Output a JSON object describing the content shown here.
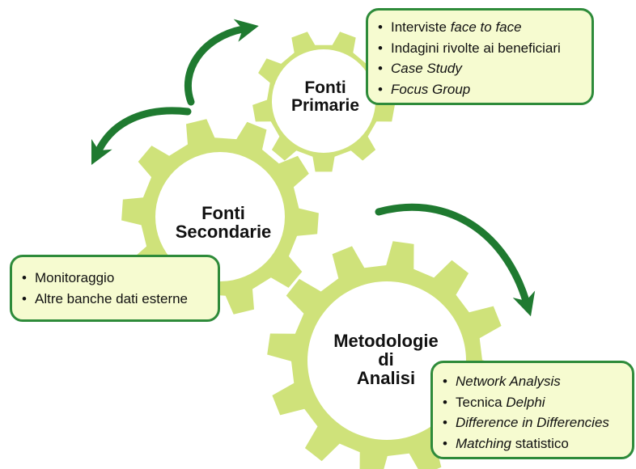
{
  "colors": {
    "gear": "#cfe27a",
    "gear_center": "#ffffff",
    "arrow": "#1f7a30",
    "box_border": "#2e8b3a",
    "box_fill": "#f6fbd0"
  },
  "gears": [
    {
      "id": "primarie",
      "lines": [
        "Fonti",
        "Primarie"
      ]
    },
    {
      "id": "secondarie",
      "lines": [
        "Fonti",
        "Secondarie"
      ]
    },
    {
      "id": "metodologie",
      "lines": [
        "Metodologie",
        "di",
        "Analisi"
      ]
    }
  ],
  "boxes": {
    "primarie": [
      [
        {
          "t": "Interviste "
        },
        {
          "t": "face to face",
          "i": true
        }
      ],
      [
        {
          "t": "Indagini rivolte ai beneficiari"
        }
      ],
      [
        {
          "t": "Case Study",
          "i": true
        }
      ],
      [
        {
          "t": "Focus Group",
          "i": true
        }
      ]
    ],
    "secondarie": [
      [
        {
          "t": "Monitoraggio"
        }
      ],
      [
        {
          "t": "Altre banche dati esterne"
        }
      ]
    ],
    "metodologie": [
      [
        {
          "t": "Network Analysis",
          "i": true
        }
      ],
      [
        {
          "t": "Tecnica "
        },
        {
          "t": "Delphi",
          "i": true
        }
      ],
      [
        {
          "t": "Difference in Differencies",
          "i": true
        }
      ],
      [
        {
          "t": "Matching",
          "i": true
        },
        {
          "t": " statistico"
        }
      ]
    ]
  },
  "arrows": [
    "arrow-top",
    "arrow-left",
    "arrow-right"
  ]
}
